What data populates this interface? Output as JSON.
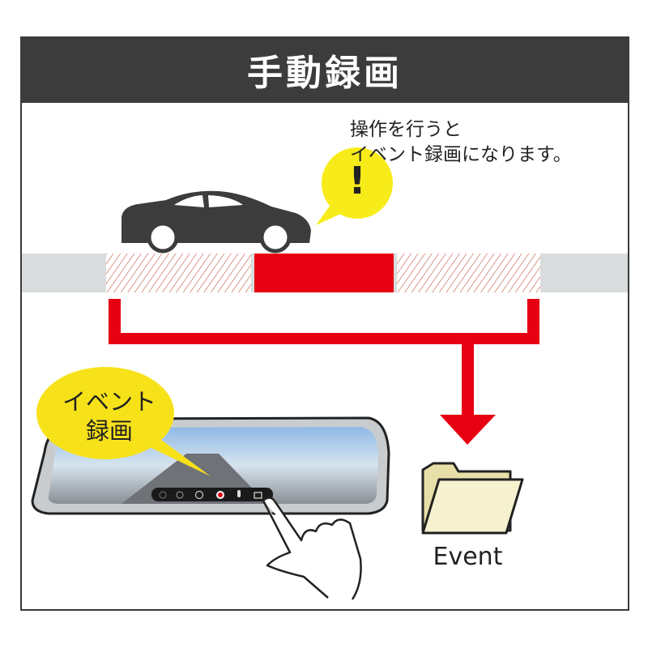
{
  "header": {
    "title": "手動録画"
  },
  "note": {
    "line1": "操作を行うと",
    "line2": "イベント録画になります。"
  },
  "alert_bubble": {
    "symbol": "!"
  },
  "mirror_bubble": {
    "line1": "イベント",
    "line2": "録画"
  },
  "folder": {
    "label": "Event"
  },
  "colors": {
    "header_bg": "#3c3c3c",
    "accent_red": "#e60012",
    "bubble_yellow": "#f7e21a",
    "timeline_gray": "#d9dcdc",
    "folder_fill": "#f6f1cf"
  }
}
